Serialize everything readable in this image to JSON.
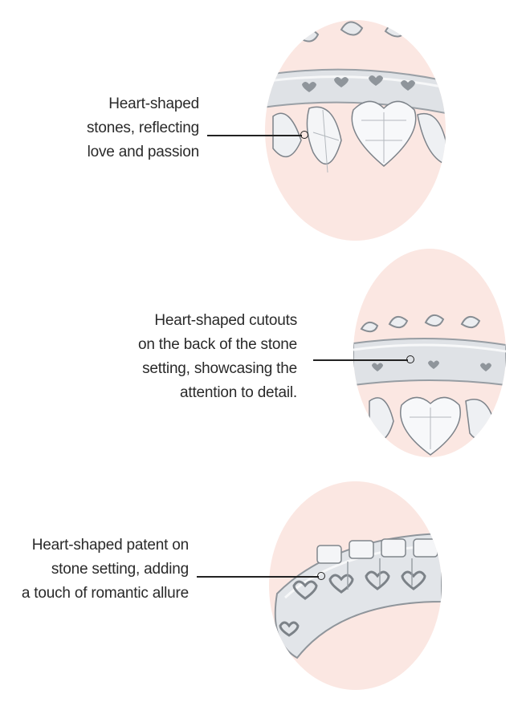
{
  "features": [
    {
      "id": "heart-stones",
      "lines": [
        "Heart-shaped",
        "stones, reflecting",
        "love and passion"
      ]
    },
    {
      "id": "heart-cutouts",
      "lines": [
        "Heart-shaped cutouts",
        "on the back of the stone",
        "setting, showcasing the",
        "attention to detail."
      ]
    },
    {
      "id": "heart-patent",
      "lines": [
        "Heart-shaped patent on",
        "stone setting, adding",
        "a touch of romantic allure"
      ]
    }
  ],
  "colors": {
    "blob": "#fbe7e2",
    "metal": "#c9cdd2",
    "text": "#2a2a2a"
  }
}
